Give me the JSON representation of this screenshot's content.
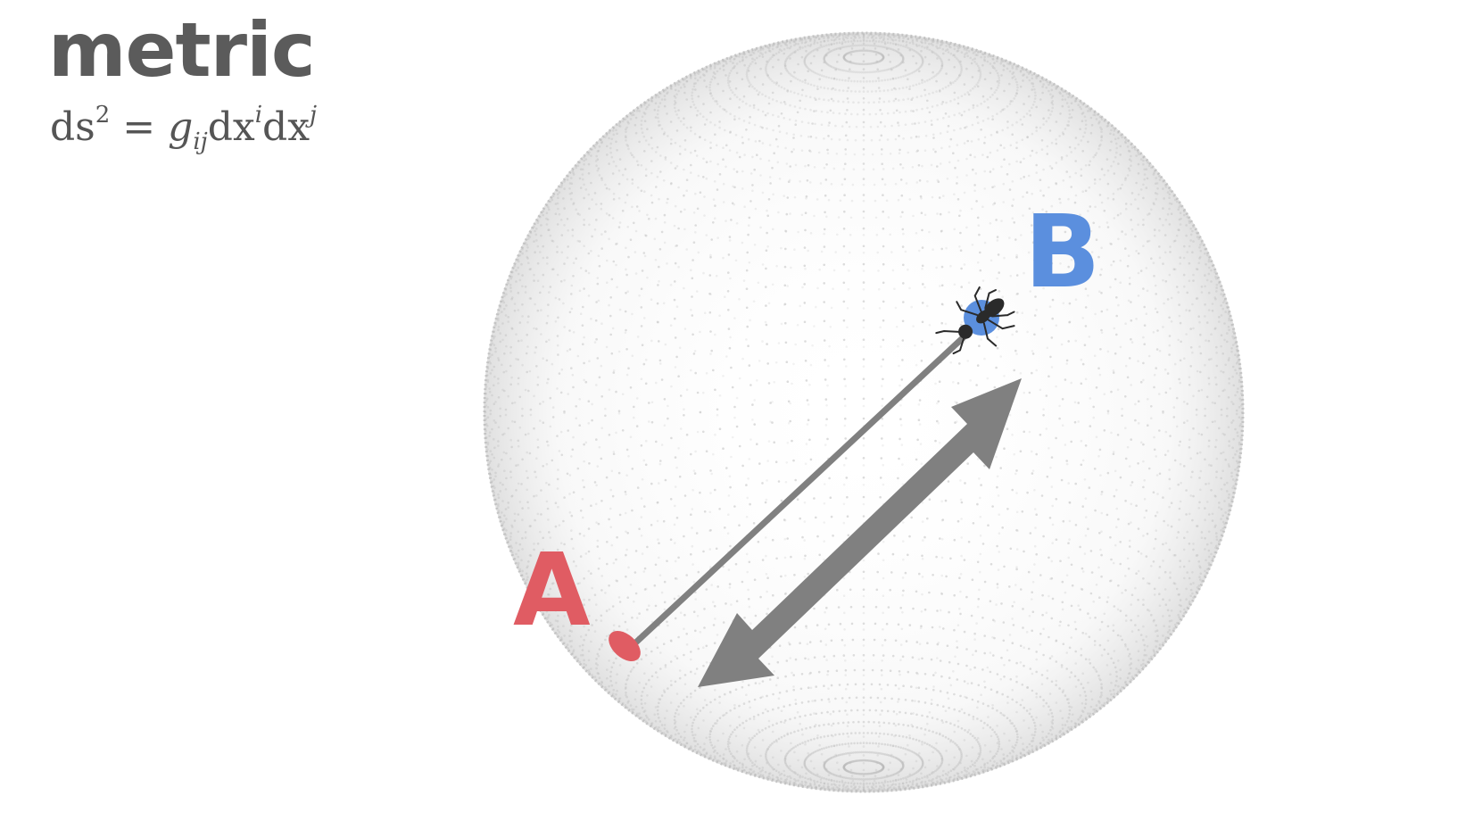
{
  "header": {
    "title": "metric",
    "formula": {
      "lhs_base": "ds",
      "lhs_exp": "2",
      "equals": "=",
      "g": "g",
      "g_sub": "ij",
      "dx1": "dx",
      "dx1_sup": "i",
      "dx2": "dx",
      "dx2_sup": "j"
    }
  },
  "points": {
    "a": {
      "label": "A",
      "color": "#e05c63"
    },
    "b": {
      "label": "B",
      "color": "#5b8fde"
    }
  },
  "colors": {
    "title": "#5b5b5b",
    "formula": "#555555",
    "sphere_dots": "#b9b9b9",
    "path_line": "#808080",
    "arrow": "#808080",
    "ant": "#2a2a2a"
  },
  "icons": {
    "sphere": "dotted-sphere",
    "ant": "ant-icon",
    "arrow": "double-headed-arrow"
  }
}
